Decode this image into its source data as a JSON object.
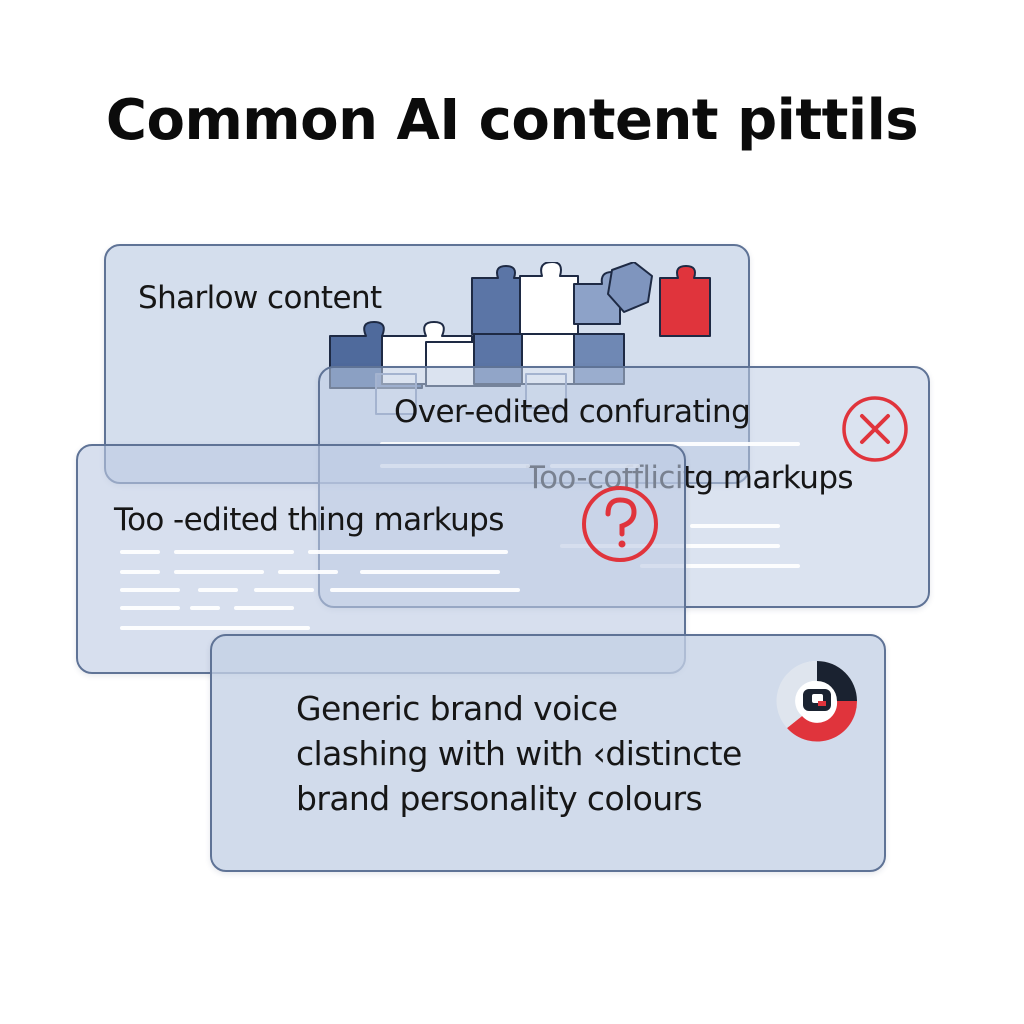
{
  "title": "Common AI content pittils",
  "cards": [
    {
      "label": "Sharlow content",
      "icon": "puzzle-pieces-icon"
    },
    {
      "label": "Over-edited confurating",
      "label2": "Too-cofflicitg markups",
      "icon": "x-circle-icon"
    },
    {
      "label": "Too -edited thing markups",
      "icon": "question-circle-icon"
    },
    {
      "lines": [
        "Generic brand voice",
        "clashing with with ‹distincte",
        "brand personality colours"
      ],
      "icon": "brand-voice-icon"
    }
  ],
  "colors": {
    "card_fill": "#bac9e2",
    "card_border": "#5f7396",
    "accent_red": "#e0343c",
    "puzzle_blue": "#4f6a9c",
    "text": "#161616"
  }
}
